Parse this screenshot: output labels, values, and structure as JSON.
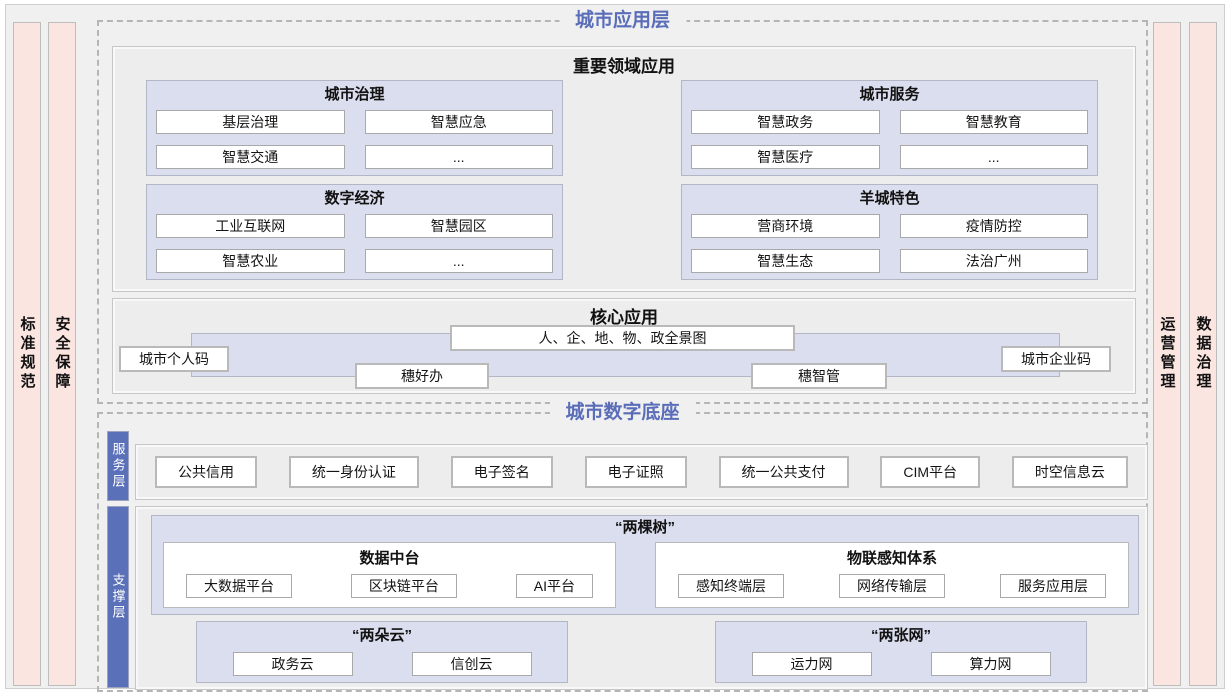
{
  "pillars": {
    "left": [
      {
        "label": "标准规范"
      },
      {
        "label": "安全保障"
      }
    ],
    "right": [
      {
        "label": "运营管理"
      },
      {
        "label": "数据治理"
      }
    ]
  },
  "application_layer": {
    "title": "城市应用层",
    "important_domains": {
      "title": "重要领域应用",
      "categories": [
        {
          "title": "城市治理",
          "items": [
            "基层治理",
            "智慧应急",
            "智慧交通",
            "..."
          ]
        },
        {
          "title": "城市服务",
          "items": [
            "智慧政务",
            "智慧教育",
            "智慧医疗",
            "..."
          ]
        },
        {
          "title": "数字经济",
          "items": [
            "工业互联网",
            "智慧园区",
            "智慧农业",
            "..."
          ]
        },
        {
          "title": "羊城特色",
          "items": [
            "营商环境",
            "疫情防控",
            "智慧生态",
            "法治广州"
          ]
        }
      ]
    },
    "core_applications": {
      "title": "核心应用",
      "panorama": "人、企、地、物、政全景图",
      "city_personal_code": "城市个人码",
      "sui_hao_ban": "穗好办",
      "sui_zhi_guan": "穗智管",
      "city_enterprise_code": "城市企业码"
    }
  },
  "digital_base": {
    "title": "城市数字底座",
    "service_layer": {
      "label": "服务层",
      "items": [
        "公共信用",
        "统一身份认证",
        "电子签名",
        "电子证照",
        "统一公共支付",
        "CIM平台",
        "时空信息云"
      ]
    },
    "support_layer": {
      "label": "支撑层",
      "two_trees": {
        "title": "“两棵树”",
        "data_platform": {
          "title": "数据中台",
          "items": [
            "大数据平台",
            "区块链平台",
            "AI平台"
          ]
        },
        "iot_system": {
          "title": "物联感知体系",
          "items": [
            "感知终端层",
            "网络传输层",
            "服务应用层"
          ]
        }
      },
      "two_clouds": {
        "title": "“两朵云”",
        "items": [
          "政务云",
          "信创云"
        ]
      },
      "two_networks": {
        "title": "“两张网”",
        "items": [
          "运力网",
          "算力网"
        ]
      }
    }
  },
  "colors": {
    "layer_title_blue": "#5a6db8",
    "pillar_pink": "#fbe5e1",
    "block_lavender": "#dbdeee",
    "layer_label_blue": "#5a70b8"
  }
}
